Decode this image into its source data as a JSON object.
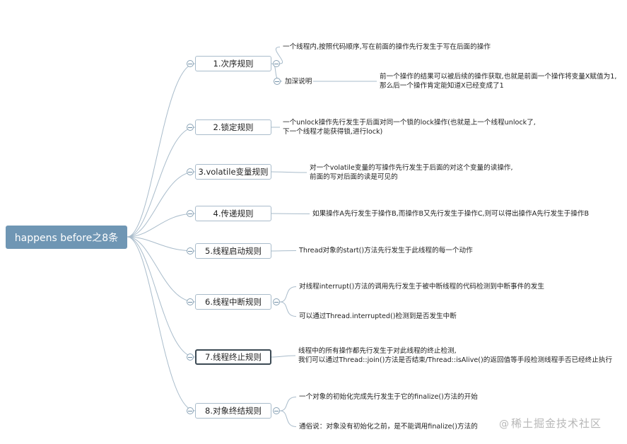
{
  "root": {
    "label": "happens before之8条"
  },
  "rules": [
    {
      "label": "1.次序规则",
      "items": [
        {
          "text": [
            "一个线程内,按照代码顺序,写在前面的操作先行发生于写在后面的操作"
          ]
        },
        {
          "sub_label": "加深说明",
          "text": [
            "前一个操作的结果可以被后续的操作获取,也就是前面一个操作将变量X赋值为1,",
            "那么后一个操作肯定能知道X已经变成了1"
          ]
        }
      ]
    },
    {
      "label": "2.锁定规则",
      "items": [
        {
          "text": [
            "一个unlock操作先行发生于后面对同一个锁的lock操作(也就是上一个线程unlock了,",
            "下一个线程才能获得锁,进行lock)"
          ]
        }
      ]
    },
    {
      "label": "3.volatile变量规则",
      "items": [
        {
          "text": [
            "对一个volatile变量的写操作先行发生于后面的对这个变量的读操作,",
            "前面的写对后面的读是可见的"
          ]
        }
      ]
    },
    {
      "label": "4.传递规则",
      "items": [
        {
          "text": [
            "如果操作A先行发生于操作B,而操作B又先行发生于操作C,则可以得出操作A先行发生于操作B"
          ]
        }
      ]
    },
    {
      "label": "5.线程启动规则",
      "items": [
        {
          "text": [
            "Thread对象的start()方法先行发生于此线程的每一个动作"
          ]
        }
      ]
    },
    {
      "label": "6.线程中断规则",
      "items": [
        {
          "text": [
            "对线程interrupt()方法的调用先行发生于被中断线程的代码检测到中断事件的发生"
          ]
        },
        {
          "text": [
            "可以通过Thread.interrupted()检测到是否发生中断"
          ]
        }
      ]
    },
    {
      "label": "7.线程终止规则",
      "selected": true,
      "items": [
        {
          "text": [
            "线程中的所有操作都先行发生于对此线程的终止检测,",
            "我们可以通过Thread::join()方法是否结束/Thread::isAlive()的返回值等手段检测线程手否已经终止执行"
          ]
        }
      ]
    },
    {
      "label": "8.对象终结规则",
      "items": [
        {
          "text": [
            "一个对象的初始化完成先行发生于它的finalize()方法的开始"
          ]
        },
        {
          "text": [
            "通俗说：对象没有初始化之前，是不能调用finalize()方法的"
          ]
        }
      ]
    }
  ],
  "watermark": {
    "at": "@",
    "text": "稀土掘金技术社区"
  },
  "colors": {
    "root_bg": "#6f96b4",
    "line": "#a9bccb",
    "selected_border": "#3c4a54"
  }
}
